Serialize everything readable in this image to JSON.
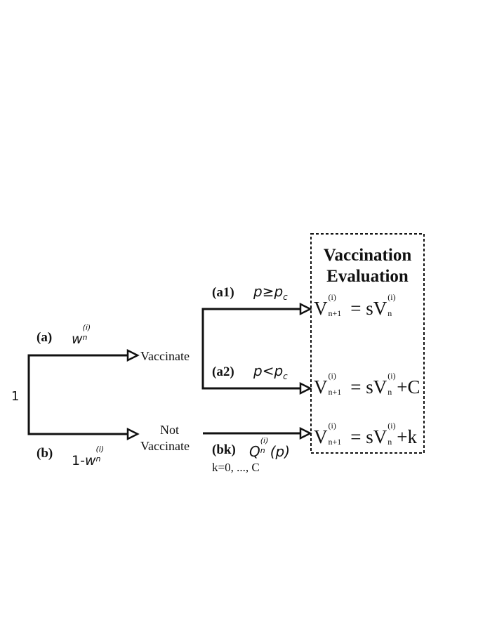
{
  "root": {
    "label": "1"
  },
  "branches": {
    "a": {
      "tag": "(a)",
      "prob_base": "w",
      "prob_sub": "n",
      "prob_sup": "(i)",
      "outcome": "Vaccinate"
    },
    "b": {
      "tag": "(b)",
      "prob_prefix": "1-",
      "prob_base": "w",
      "prob_sub": "n",
      "prob_sup": "(i)",
      "outcome_line1": "Not",
      "outcome_line2": "Vaccinate"
    },
    "a1": {
      "tag": "(a1)",
      "condition": "p≥p",
      "condition_sub": "c"
    },
    "a2": {
      "tag": "(a2)",
      "condition": "p<p",
      "condition_sub": "c"
    },
    "bk": {
      "tag": "(bk)",
      "prob_base": "Q",
      "prob_sub": "n",
      "prob_sup": "(i)",
      "prob_arg": "(p)",
      "range": "k=0, ..., C"
    }
  },
  "evaluation": {
    "title_line1": "Vaccination",
    "title_line2": "Evaluation",
    "equations": [
      {
        "lhs": "V",
        "lhs_sup": "(i)",
        "lhs_sub": "n+1",
        "eq": " = sV",
        "rhs_sup": "(i)",
        "rhs_sub": "n",
        "tail": ""
      },
      {
        "lhs": "V",
        "lhs_sup": "(i)",
        "lhs_sub": "n+1",
        "eq": " = sV",
        "rhs_sup": "(i)",
        "rhs_sub": "n",
        "tail": "+C"
      },
      {
        "lhs": "V",
        "lhs_sup": "(i)",
        "lhs_sub": "n+1",
        "eq": " = sV",
        "rhs_sup": "(i)",
        "rhs_sub": "n",
        "tail": "+k"
      }
    ]
  }
}
